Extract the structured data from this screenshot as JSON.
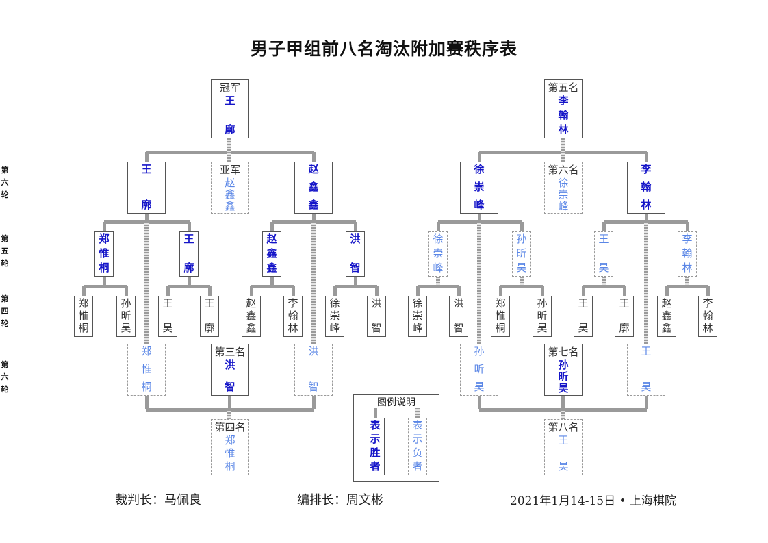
{
  "title": "男子甲组前八名淘汰附加赛秩序表",
  "round_labels": [
    "第六轮",
    "第五轮",
    "第四轮",
    "第六轮"
  ],
  "left": {
    "champion": {
      "label": "冠军",
      "name": "王廓"
    },
    "runner_up": {
      "label": "亚军",
      "name": "赵鑫鑫"
    },
    "r6_winners": [
      "王廓",
      "赵鑫鑫"
    ],
    "r5_winners": [
      "郑惟桐",
      "王廓",
      "赵鑫鑫",
      "洪智"
    ],
    "r4_players": [
      "郑惟桐",
      "孙昕昊",
      "王昊",
      "王廓",
      "赵鑫鑫",
      "李翰林",
      "徐崇峰",
      "洪智"
    ],
    "r6_losers": [
      "郑惟桐",
      "洪智"
    ],
    "third": {
      "label": "第三名",
      "name": "洪智"
    },
    "fourth": {
      "label": "第四名",
      "name": "郑惟桐"
    }
  },
  "right": {
    "fifth": {
      "label": "第五名",
      "name": "李翰林"
    },
    "sixth": {
      "label": "第六名",
      "name": "徐崇峰"
    },
    "r6_winners": [
      "徐崇峰",
      "李翰林"
    ],
    "r5_players": [
      "徐崇峰",
      "孙昕昊",
      "王昊",
      "李翰林"
    ],
    "r4_players": [
      "徐崇峰",
      "洪智",
      "郑惟桐",
      "孙昕昊",
      "王昊",
      "王廓",
      "赵鑫鑫",
      "李翰林"
    ],
    "r6_losers": [
      "孙昕昊",
      "王昊"
    ],
    "seventh": {
      "label": "第七名",
      "name": "孙昕昊"
    },
    "eighth": {
      "label": "第八名",
      "name": "王昊"
    }
  },
  "legend": {
    "title": "图例说明",
    "winner_text": "表示胜者",
    "loser_text": "表示负者"
  },
  "footer": {
    "referee": "裁判长：马佩良",
    "arranger": "编排长：周文彬",
    "date_place": "2021年1月14-15日 • 上海棋院"
  },
  "colors": {
    "winner": "#1515c8",
    "loser": "#5a86e6",
    "line": "#9a9a9a"
  }
}
